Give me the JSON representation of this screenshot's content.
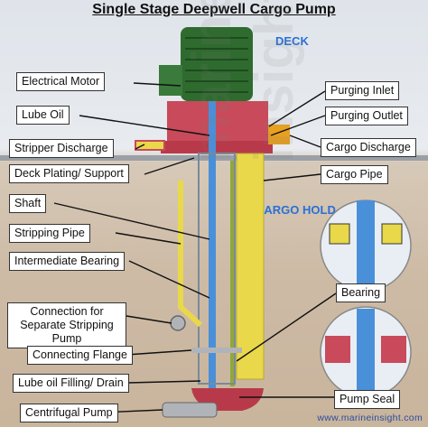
{
  "title": "Single Stage Deepwell Cargo Pump",
  "zones": {
    "deck": "DECK",
    "cargo_hold": "CARGO HOLD"
  },
  "labels_left": [
    "Electrical Motor",
    "Lube Oil",
    "Stripper Discharge",
    "Deck Plating/ Support",
    "Shaft",
    "Stripping Pipe",
    "Intermediate Bearing",
    "Connection for Separate Stripping Pump",
    "Connecting Flange",
    "Lube oil Filling/ Drain",
    "Centrifugal Pump"
  ],
  "labels_right": [
    "Purging Inlet",
    "Purging Outlet",
    "Cargo Discharge",
    "Cargo Pipe",
    "Bearing",
    "Pump Seal"
  ],
  "watermark": "marine insight",
  "footer": "www.marineinsight.com",
  "colors": {
    "motor": "#2f6b2f",
    "flange": "#c94a5a",
    "cargo_pipe": "#e8d84a",
    "shaft": "#4a90d9",
    "stripping_pipe": "#8fa83a",
    "zone_text": "#2a6fd6"
  }
}
